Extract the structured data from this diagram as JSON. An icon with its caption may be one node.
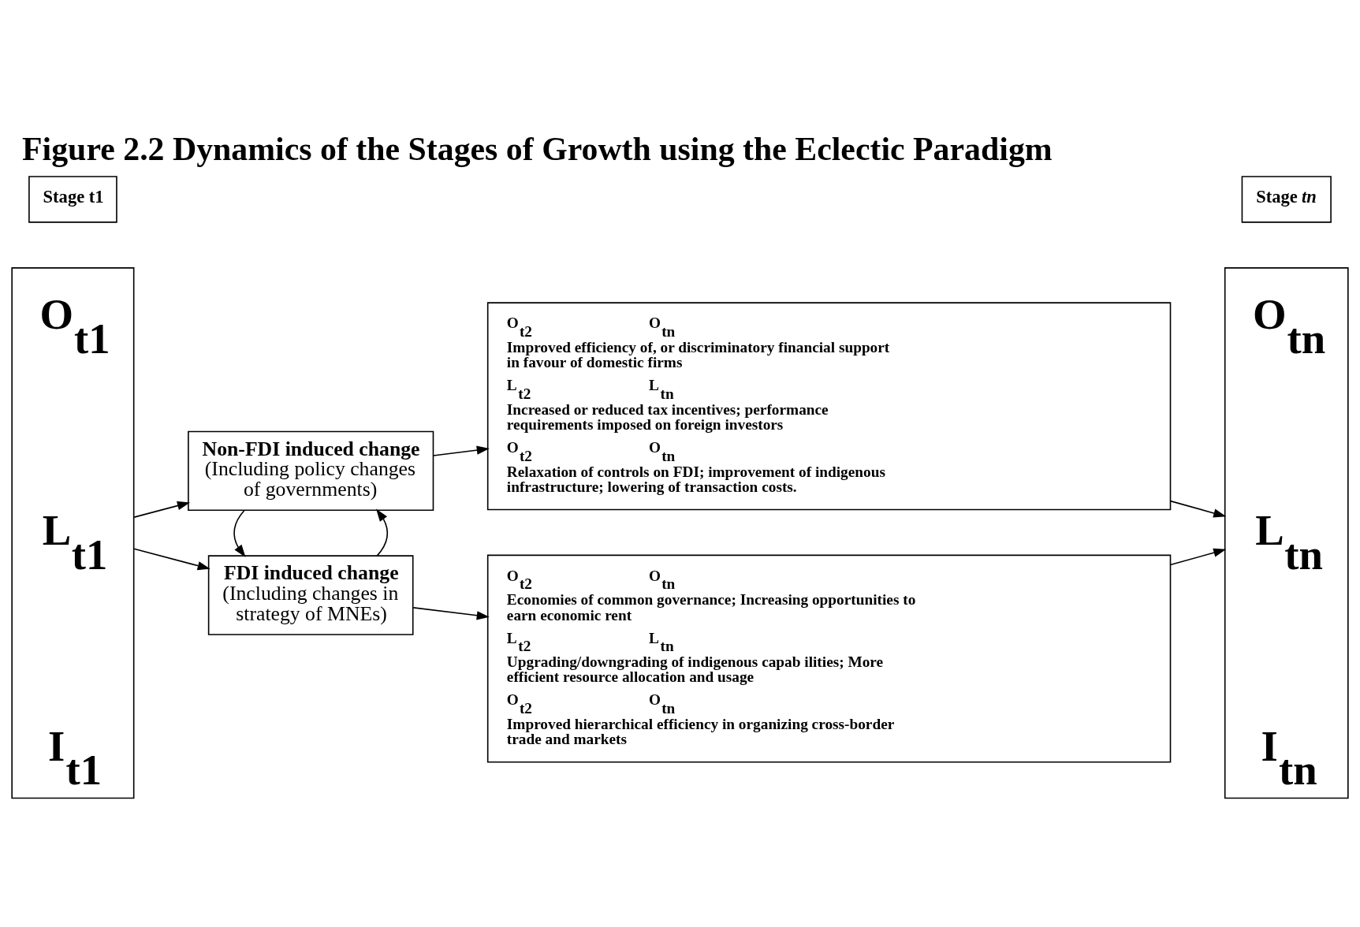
{
  "diagram": {
    "title": "Figure 2.2 Dynamics of the Stages of Growth using the Eclectic Paradigm",
    "nodes": [
      {
        "text": [
          "Stage t1"
        ]
      },
      {
        "text": [
          "O$_{t1}$",
          "L$_{t1}$",
          "I$_{t1}$"
        ]
      },
      {
        "text": [
          "FDI induced change",
          "(Including changes in strategy of MNEs)"
        ]
      },
      {
        "text": [
          "Non-FDI induced change",
          "(Including policy changes of governments)"
        ]
      },
      {
        "text": [
          "O$_{t2}$",
          "O$_{tn}$",
          "Economies of common governance; Increasing opportunities to earn economic rent",
          "L$_{t2}$",
          "L$_{tn}$",
          "Upgrading/downgrading of indigenous capab ilities; More efficient resource allocation and usage",
          "O$_{t2}$",
          "O$_{tn}$",
          "Improved hierarchical efficiency in organizing cross-border trade and markets"
        ]
      },
      {
        "text": [
          "O$_{t2}$",
          "O$_{tn}$",
          "Improved efficiency of, or discriminatory financial support in favour of domestic firms",
          "L$_{t2}$",
          "L$_{tn}$",
          "Increased or reduced tax incentives; performance requirements imposed on foreign investors",
          "O$_{t2}$",
          "O$_{tn}$",
          "Relaxation of controls on FDI; improvement of indigenous infrastructure; lowering of transaction costs."
        ]
      },
      {
        "text": [
          "Stage *tn*"
        ]
      },
      {
        "text": [
          "O$_{tn}$",
          "L$_{tn}$",
          "I$_{tn}$"
        ]
      }
    ],
    "edges": [
      {
        "from": 1,
        "to": 2,
        "arrow": "to"
      },
      {
        "from": 1,
        "to": 3,
        "arrow": "to"
      },
      {
        "from": 2,
        "to": 3,
        "arrow": "to"
      },
      {
        "from": 3,
        "to": 2,
        "arrow": "to"
      },
      {
        "from": 2,
        "to": 4,
        "arrow": "to"
      },
      {
        "from": 3,
        "to": 5,
        "arrow": "to"
      },
      {
        "from": 4,
        "to": 7,
        "arrow": "to"
      },
      {
        "from": 5,
        "to": 7,
        "arrow": "to"
      }
    ]
  }
}
